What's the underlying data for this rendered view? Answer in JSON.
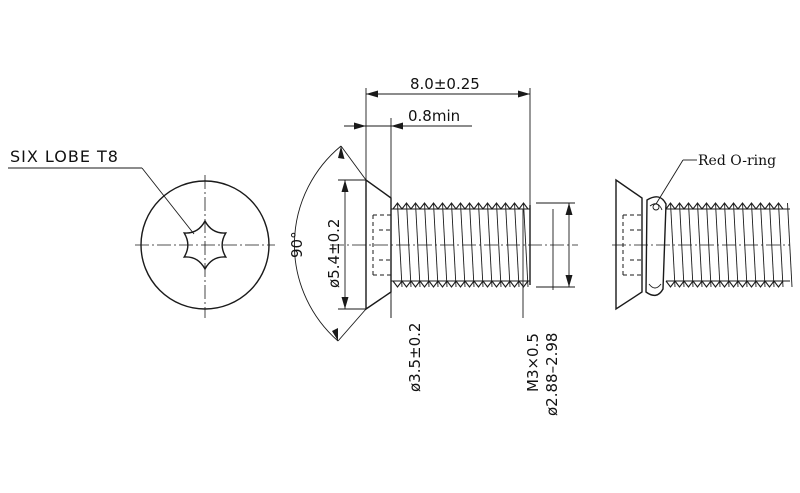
{
  "labels": {
    "drive": "SIX LOBE T8",
    "length": "8.0±0.25",
    "head_height": "0.8min",
    "angle": "90°",
    "head_diameter": "ø5.4±0.2",
    "recess_diameter": "ø3.5±0.2",
    "thread_size": "M3×0.5",
    "thread_major": "ø2.88–2.98",
    "oring": "Red O-ring"
  },
  "colors": {
    "line": "#1a1a1a",
    "background": "#ffffff"
  },
  "icons": {
    "drive_symbol": "torx-six-lobe-icon"
  }
}
